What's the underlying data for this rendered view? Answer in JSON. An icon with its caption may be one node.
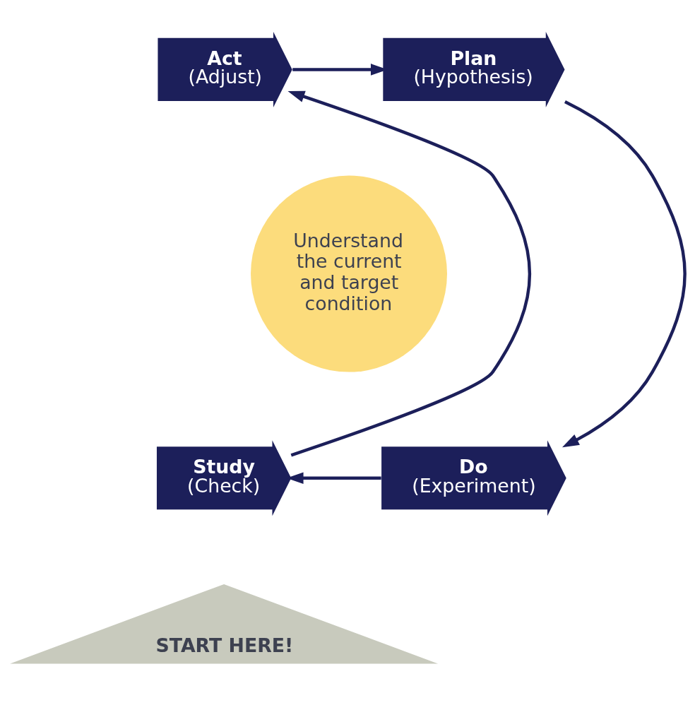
{
  "diagram": {
    "nodes": [
      {
        "text": [
          "Act",
          "(Adjust)"
        ]
      },
      {
        "text": [
          "Plan",
          "(Hypothesis)"
        ]
      },
      {
        "text": [
          "Understand the current and target condition"
        ]
      },
      {
        "text": [
          "Study",
          "(Check)"
        ]
      },
      {
        "text": [
          "Do",
          "(Experiment)"
        ]
      },
      {
        "text": [
          "START HERE!"
        ]
      }
    ],
    "edges": [
      {
        "from": 0,
        "to": 1,
        "arrow": "to"
      },
      {
        "from": 1,
        "to": 4,
        "arrow": "to"
      },
      {
        "from": 4,
        "to": 3,
        "arrow": "to"
      },
      {
        "from": 3,
        "to": 0,
        "arrow": "to"
      }
    ]
  }
}
